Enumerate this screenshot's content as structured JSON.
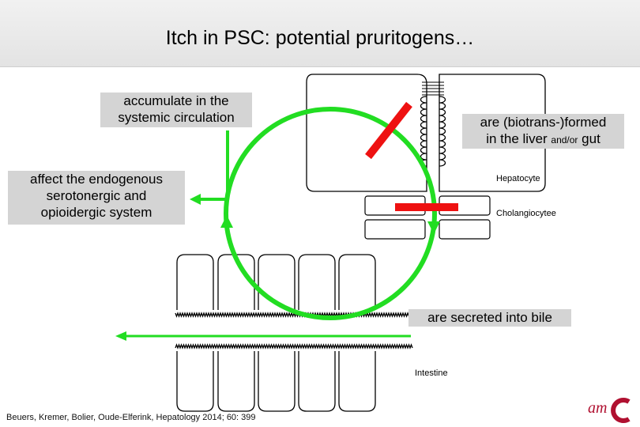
{
  "title": "Itch in PSC: potential pruritogens…",
  "labels": {
    "systemic": [
      "accumulate in the",
      "systemic circulation"
    ],
    "endogenous": [
      "affect the endogenous",
      "serotonergic and",
      "opioidergic system"
    ],
    "liver_line1": "are (biotrans-)formed",
    "liver_line2a": "in the liver ",
    "liver_line2b": "and/or",
    "liver_line2c": " gut",
    "secreted": "are secreted into bile"
  },
  "cells": {
    "hepatocyte": "Hepatocyte",
    "cholangiocyte": "Cholangiocytee",
    "intestine": "Intestine"
  },
  "citation": "Beuers, Kremer, Bolier, Oude-Elferink, Hepatology 2014; 60: 399",
  "logo": {
    "text": "am",
    "icon": "amc-logo-icon"
  },
  "colors": {
    "arrow": "#22dd22",
    "block": "#ee1111",
    "label_bg": "#d4d4d4",
    "logo": "#b01030"
  }
}
